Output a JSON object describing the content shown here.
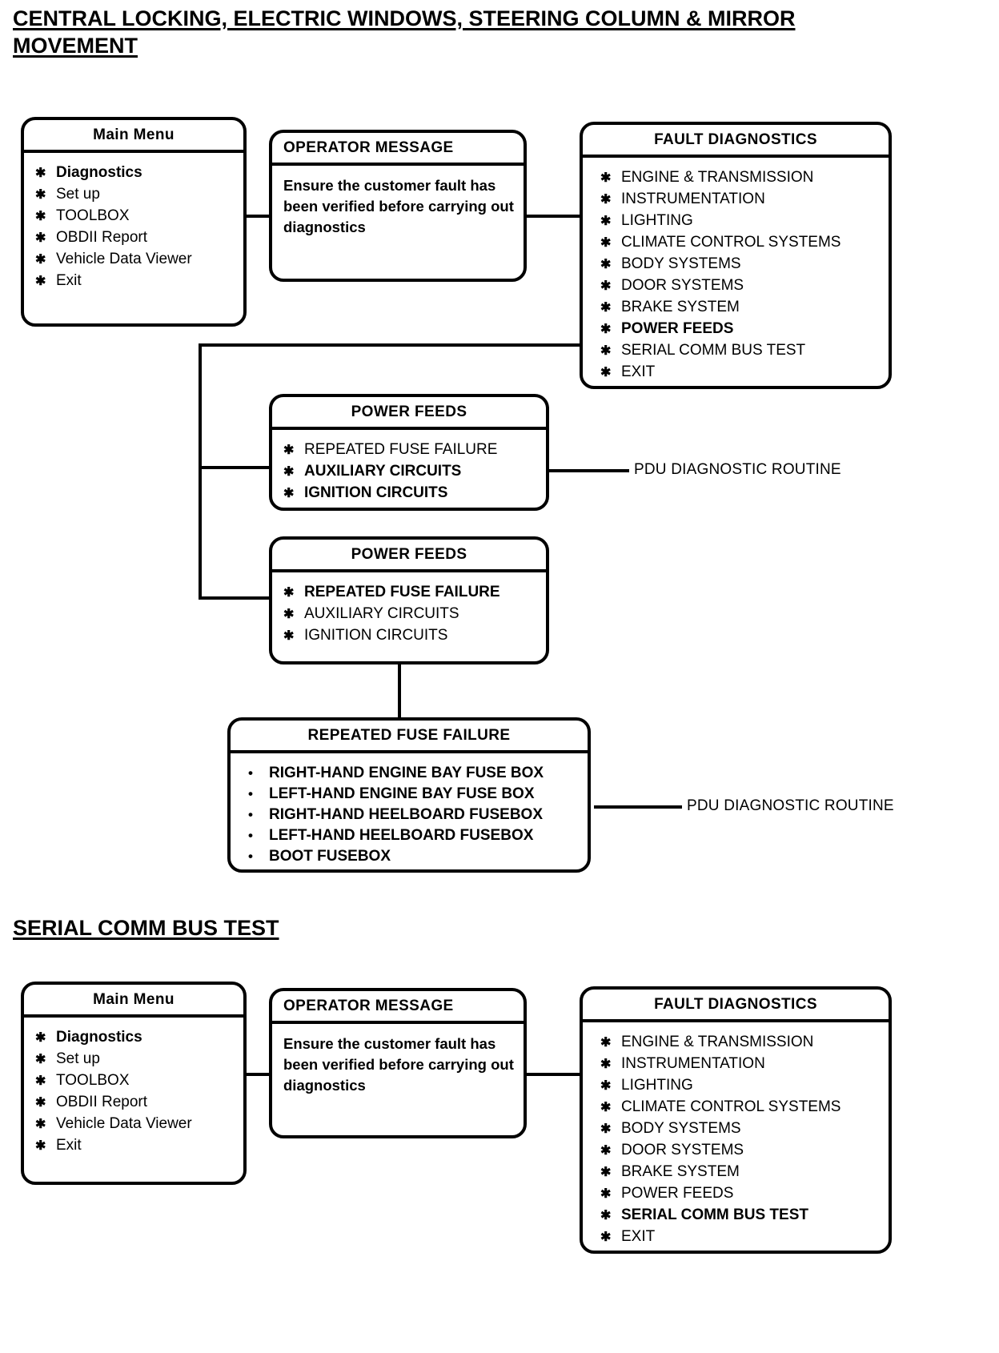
{
  "sections": [
    {
      "id": "section-1",
      "title": "CENTRAL LOCKING, ELECTRIC WINDOWS, STEERING COLUMN & MIRROR MOVEMENT"
    },
    {
      "id": "section-2",
      "title": "SERIAL COMM BUS TEST"
    }
  ],
  "main_menu": {
    "title": "Main Menu",
    "items": [
      {
        "label": "Diagnostics",
        "bullet": "star",
        "bold": true
      },
      {
        "label": "Set up",
        "bullet": "star",
        "bold": false
      },
      {
        "label": "TOOLBOX",
        "bullet": "star",
        "bold": false
      },
      {
        "label": "OBDII Report",
        "bullet": "star",
        "bold": false
      },
      {
        "label": "Vehicle Data Viewer",
        "bullet": "star",
        "bold": false
      },
      {
        "label": "Exit",
        "bullet": "star",
        "bold": false
      }
    ]
  },
  "operator_message": {
    "title": "OPERATOR MESSAGE",
    "text": "Ensure the customer fault has been verified before carrying out diagnostics"
  },
  "fault_diagnostics_1": {
    "title": "FAULT DIAGNOSTICS",
    "items": [
      {
        "label": "ENGINE & TRANSMISSION",
        "bullet": "star",
        "bold": false
      },
      {
        "label": "INSTRUMENTATION",
        "bullet": "star",
        "bold": false
      },
      {
        "label": "LIGHTING",
        "bullet": "star",
        "bold": false
      },
      {
        "label": "CLIMATE CONTROL SYSTEMS",
        "bullet": "star",
        "bold": false
      },
      {
        "label": "BODY SYSTEMS",
        "bullet": "star",
        "bold": false
      },
      {
        "label": "DOOR SYSTEMS",
        "bullet": "star",
        "bold": false
      },
      {
        "label": "BRAKE SYSTEM",
        "bullet": "star",
        "bold": false
      },
      {
        "label": "POWER FEEDS",
        "bullet": "star",
        "bold": true
      },
      {
        "label": "SERIAL COMM BUS TEST",
        "bullet": "star",
        "bold": false
      },
      {
        "label": "EXIT",
        "bullet": "star",
        "bold": false
      }
    ]
  },
  "power_feeds_1": {
    "title": "POWER FEEDS",
    "items": [
      {
        "label": "REPEATED FUSE FAILURE",
        "bullet": "star",
        "bold": false
      },
      {
        "label": "AUXILIARY CIRCUITS",
        "bullet": "star",
        "bold": true
      },
      {
        "label": "IGNITION CIRCUITS",
        "bullet": "star",
        "bold": true
      }
    ]
  },
  "power_feeds_2": {
    "title": "POWER FEEDS",
    "items": [
      {
        "label": "REPEATED FUSE FAILURE",
        "bullet": "star",
        "bold": true
      },
      {
        "label": "AUXILIARY CIRCUITS",
        "bullet": "star",
        "bold": false
      },
      {
        "label": "IGNITION CIRCUITS",
        "bullet": "star",
        "bold": false
      }
    ]
  },
  "repeated_fuse_failure": {
    "title": "REPEATED FUSE FAILURE",
    "items": [
      {
        "label": "RIGHT-HAND ENGINE BAY FUSE BOX",
        "bullet": "dot",
        "bold": false
      },
      {
        "label": "LEFT-HAND ENGINE BAY FUSE BOX",
        "bullet": "dot",
        "bold": false
      },
      {
        "label": "RIGHT-HAND HEELBOARD FUSEBOX",
        "bullet": "dot",
        "bold": false
      },
      {
        "label": "LEFT-HAND HEELBOARD FUSEBOX",
        "bullet": "dot",
        "bold": false
      },
      {
        "label": "BOOT FUSEBOX",
        "bullet": "dot",
        "bold": false
      }
    ]
  },
  "external_labels": {
    "pdu_routine_1": "PDU DIAGNOSTIC ROUTINE",
    "pdu_routine_2": "PDU DIAGNOSTIC ROUTINE"
  },
  "main_menu_2": {
    "title": "Main Menu",
    "items": [
      {
        "label": "Diagnostics",
        "bullet": "star",
        "bold": true
      },
      {
        "label": "Set up",
        "bullet": "star",
        "bold": false
      },
      {
        "label": "TOOLBOX",
        "bullet": "star",
        "bold": false
      },
      {
        "label": "OBDII Report",
        "bullet": "star",
        "bold": false
      },
      {
        "label": "Vehicle Data Viewer",
        "bullet": "star",
        "bold": false
      },
      {
        "label": "Exit",
        "bullet": "star",
        "bold": false
      }
    ]
  },
  "operator_message_2": {
    "title": "OPERATOR MESSAGE",
    "text": "Ensure the customer fault has been verified before carrying out diagnostics"
  },
  "fault_diagnostics_2": {
    "title": "FAULT DIAGNOSTICS",
    "items": [
      {
        "label": "ENGINE & TRANSMISSION",
        "bullet": "star",
        "bold": false
      },
      {
        "label": "INSTRUMENTATION",
        "bullet": "star",
        "bold": false
      },
      {
        "label": "LIGHTING",
        "bullet": "star",
        "bold": false
      },
      {
        "label": "CLIMATE CONTROL SYSTEMS",
        "bullet": "star",
        "bold": false
      },
      {
        "label": "BODY SYSTEMS",
        "bullet": "star",
        "bold": false
      },
      {
        "label": "DOOR SYSTEMS",
        "bullet": "star",
        "bold": false
      },
      {
        "label": "BRAKE SYSTEM",
        "bullet": "star",
        "bold": false
      },
      {
        "label": "POWER FEEDS",
        "bullet": "star",
        "bold": false
      },
      {
        "label": "SERIAL COMM BUS TEST",
        "bullet": "star",
        "bold": true
      },
      {
        "label": "EXIT",
        "bullet": "star",
        "bold": false
      }
    ]
  }
}
